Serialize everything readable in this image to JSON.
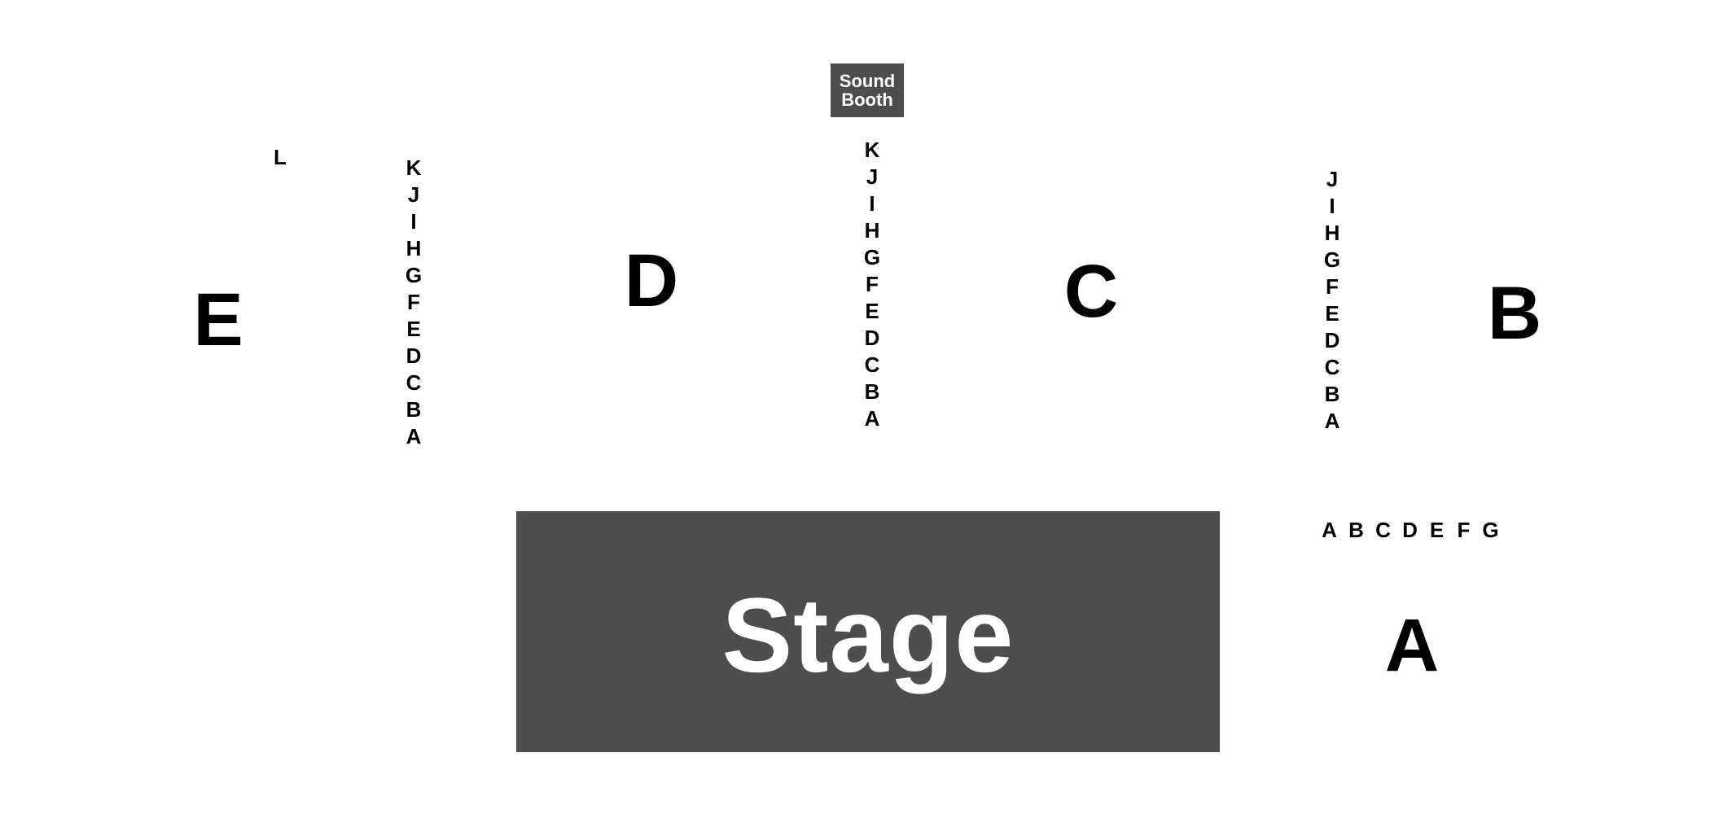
{
  "sound_booth": {
    "line1": "Sound",
    "line2": "Booth"
  },
  "stage": {
    "label": "Stage"
  },
  "sections": {
    "a": "A",
    "b": "B",
    "c": "C",
    "d": "D",
    "e": "E"
  },
  "rows": {
    "section_e_far": [
      "L"
    ],
    "section_e_d_aisle": [
      "K",
      "J",
      "I",
      "H",
      "G",
      "F",
      "E",
      "D",
      "C",
      "B",
      "A"
    ],
    "section_d_c_aisle": [
      "K",
      "J",
      "I",
      "H",
      "G",
      "F",
      "E",
      "D",
      "C",
      "B",
      "A"
    ],
    "section_c_b_aisle": [
      "J",
      "I",
      "H",
      "G",
      "F",
      "E",
      "D",
      "C",
      "B",
      "A"
    ],
    "section_a": [
      "A",
      "B",
      "C",
      "D",
      "E",
      "F",
      "G"
    ]
  },
  "colors": {
    "background": "#ffffff",
    "block_fill": "#4d4d4d",
    "block_text": "#ffffff",
    "label_text": "#000000"
  }
}
